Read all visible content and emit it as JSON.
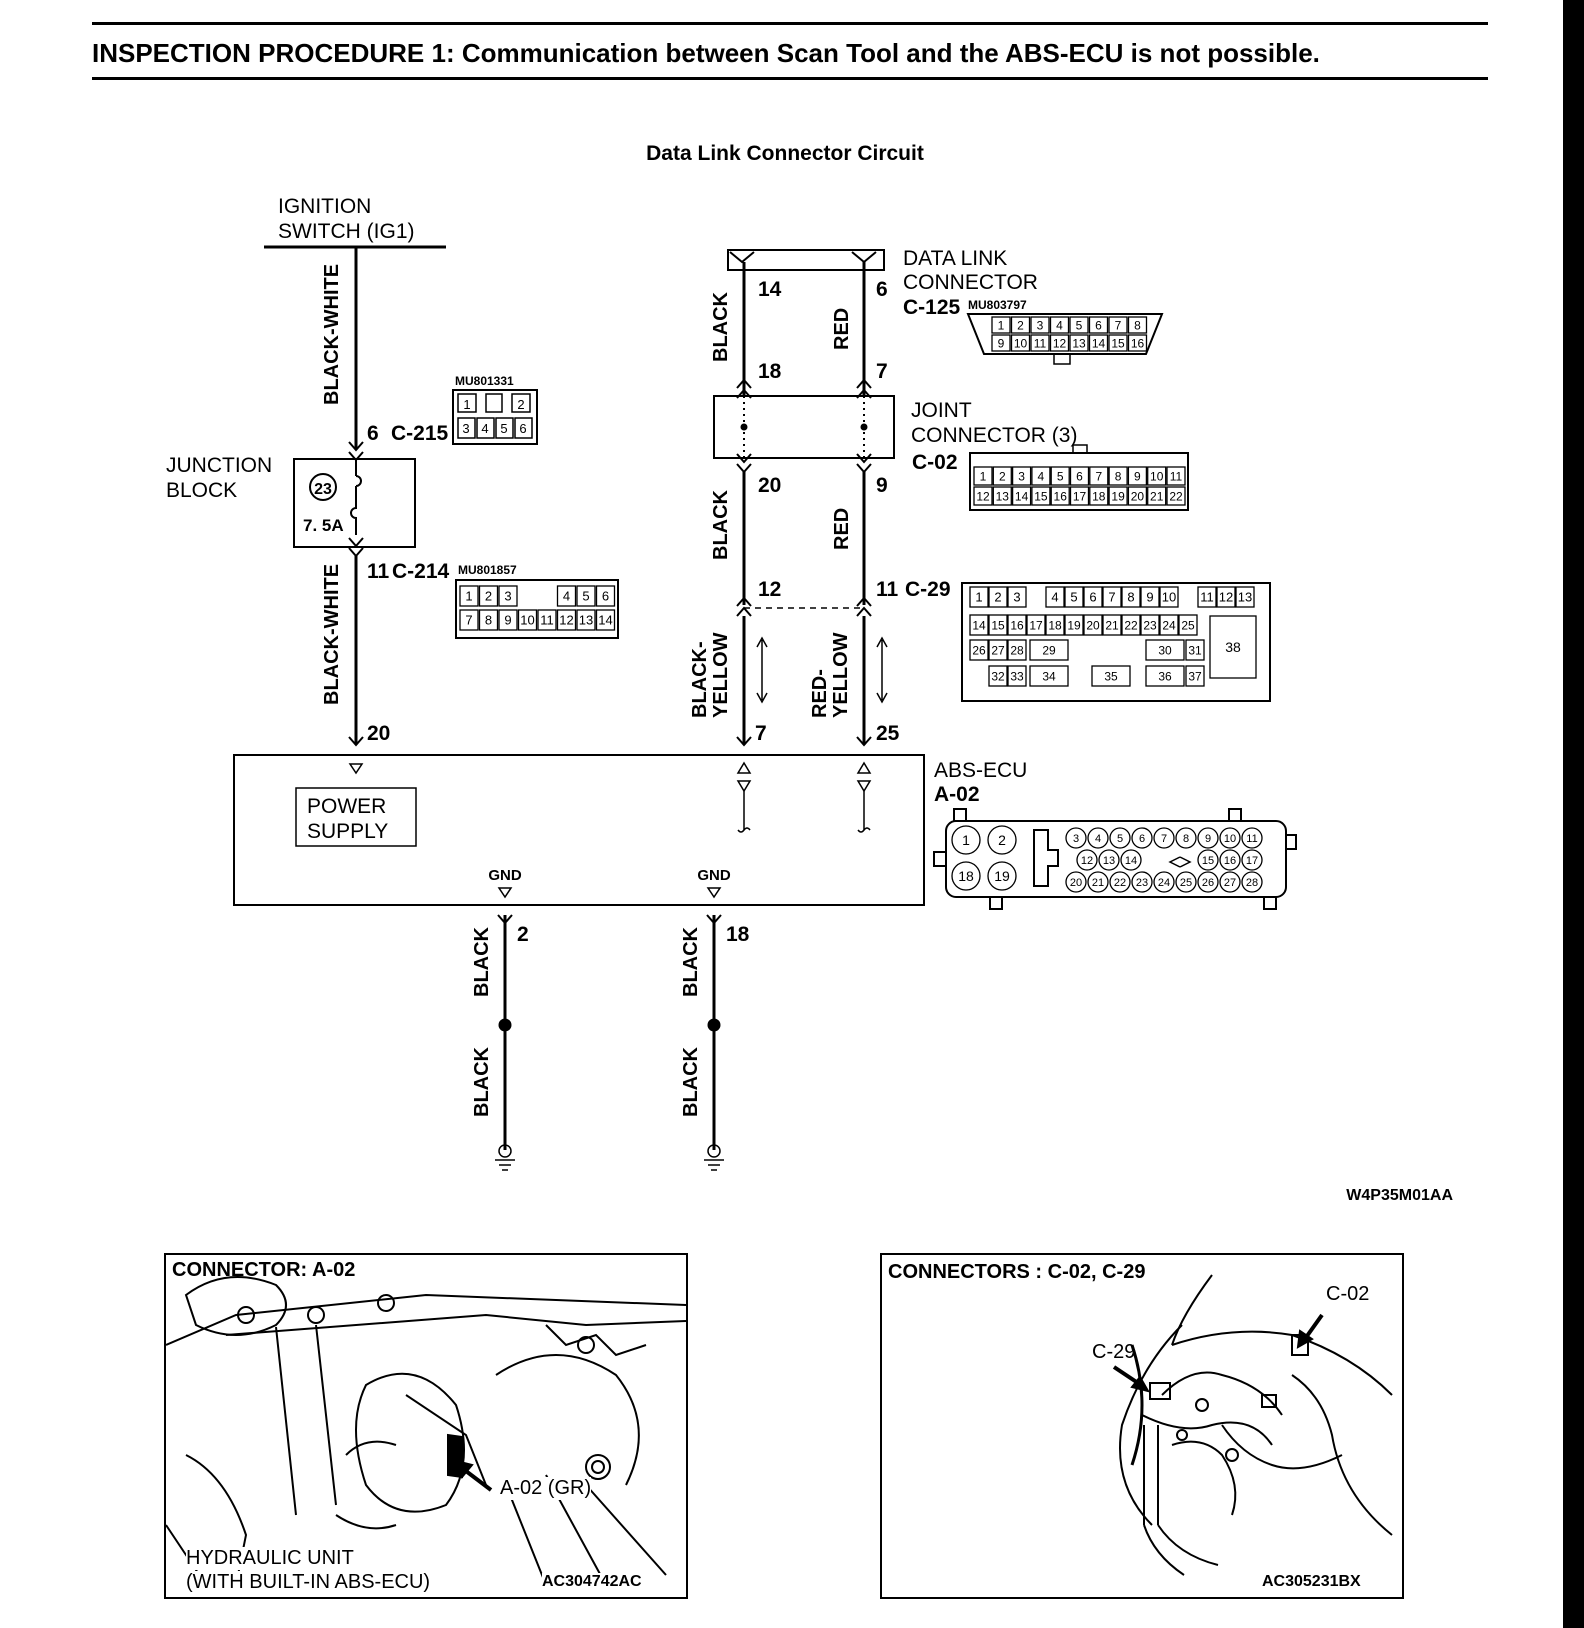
{
  "heading": "INSPECTION PROCEDURE 1: Communication between Scan Tool and the ABS-ECU is not possible.",
  "diagram": {
    "title": "Data Link Connector Circuit",
    "figure_code": "W4P35M01AA",
    "ignition": [
      "IGNITION",
      "SWITCH (IG1)"
    ],
    "junction_block": [
      "JUNCTION",
      "BLOCK"
    ],
    "fuse_number": "23",
    "fuse_rating": "7. 5A",
    "wire_black_white": "BLACK-WHITE",
    "wire_black": "BLACK",
    "wire_red": "RED",
    "wire_black_yellow": [
      "BLACK-",
      "YELLOW"
    ],
    "wire_red_yellow": [
      "RED-",
      "YELLOW"
    ],
    "c215_pin": "6",
    "c215_label": "C-215",
    "c215_part": "MU801331",
    "c214_pin": "11",
    "c214_label": "C-214",
    "c214_part": "MU801857",
    "ecu_pin_power": "20",
    "dlc": [
      "DATA LINK",
      "CONNECTOR"
    ],
    "c125_label": "C-125",
    "c125_part": "MU803797",
    "dlc_pin_left": "14",
    "dlc_pin_right": "6",
    "jc_pin_18": "18",
    "jc_pin_7": "7",
    "jc_pin_20": "20",
    "jc_pin_9": "9",
    "joint_connector": [
      "JOINT",
      "CONNECTOR (3)"
    ],
    "c02_label": "C-02",
    "c29_pin_12": "12",
    "c29_pin_11": "11",
    "c29_label": "C-29",
    "ecu_pin_7": "7",
    "ecu_pin_25": "25",
    "abs_ecu": "ABS-ECU",
    "a02_label": "A-02",
    "power_supply": [
      "POWER",
      "SUPPLY"
    ],
    "gnd": "GND",
    "gnd_pin_2": "2",
    "gnd_pin_18": "18",
    "c215_pins": [
      "1",
      "2",
      "3",
      "4",
      "5",
      "6"
    ],
    "c214_pins": [
      "1",
      "2",
      "3",
      "4",
      "5",
      "6",
      "7",
      "8",
      "9",
      "10",
      "11",
      "12",
      "13",
      "14"
    ],
    "c125_pins": [
      "1",
      "2",
      "3",
      "4",
      "5",
      "6",
      "7",
      "8",
      "9",
      "10",
      "11",
      "12",
      "13",
      "14",
      "15",
      "16"
    ],
    "c02_pins": [
      "1",
      "2",
      "3",
      "4",
      "5",
      "6",
      "7",
      "8",
      "9",
      "10",
      "11",
      "12",
      "13",
      "14",
      "15",
      "16",
      "17",
      "18",
      "19",
      "20",
      "21",
      "22"
    ],
    "c29_pins": [
      "1",
      "2",
      "3",
      "4",
      "5",
      "6",
      "7",
      "8",
      "9",
      "10",
      "11",
      "12",
      "13",
      "14",
      "15",
      "16",
      "17",
      "18",
      "19",
      "20",
      "21",
      "22",
      "23",
      "24",
      "25",
      "26",
      "27",
      "28",
      "29",
      "30",
      "31",
      "32",
      "33",
      "34",
      "35",
      "36",
      "37",
      "38"
    ],
    "a02_pins": [
      "1",
      "2",
      "18",
      "19",
      "3",
      "4",
      "5",
      "6",
      "7",
      "8",
      "9",
      "10",
      "11",
      "12",
      "13",
      "14",
      "15",
      "16",
      "17",
      "20",
      "21",
      "22",
      "23",
      "24",
      "25",
      "26",
      "27",
      "28"
    ]
  },
  "photo_left": {
    "caption": "CONNECTOR: A-02",
    "callout": "A-02 (GR)",
    "unit": [
      "HYDRAULIC UNIT",
      "(WITH BUILT-IN ABS-ECU)"
    ],
    "code": "AC304742AC"
  },
  "photo_right": {
    "caption": "CONNECTORS : C-02, C-29",
    "callout_c02": "C-02",
    "callout_c29": "C-29",
    "code": "AC305231BX"
  }
}
